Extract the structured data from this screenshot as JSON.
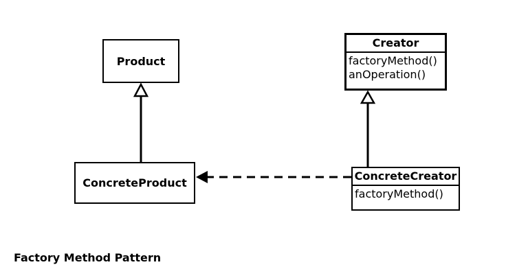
{
  "diagram": {
    "classes": {
      "product": {
        "name": "Product"
      },
      "concrete_product": {
        "name": "ConcreteProduct"
      },
      "creator": {
        "name": "Creator",
        "operations": [
          "factoryMethod()",
          "anOperation()"
        ]
      },
      "concrete_creator": {
        "name": "ConcreteCreator",
        "operations": [
          "factoryMethod()"
        ]
      }
    },
    "relations": [
      {
        "type": "generalization",
        "from": "ConcreteProduct",
        "to": "Product"
      },
      {
        "type": "generalization",
        "from": "ConcreteCreator",
        "to": "Creator"
      },
      {
        "type": "dependency",
        "from": "ConcreteCreator",
        "to": "ConcreteProduct"
      }
    ]
  },
  "caption": "Factory Method Pattern"
}
